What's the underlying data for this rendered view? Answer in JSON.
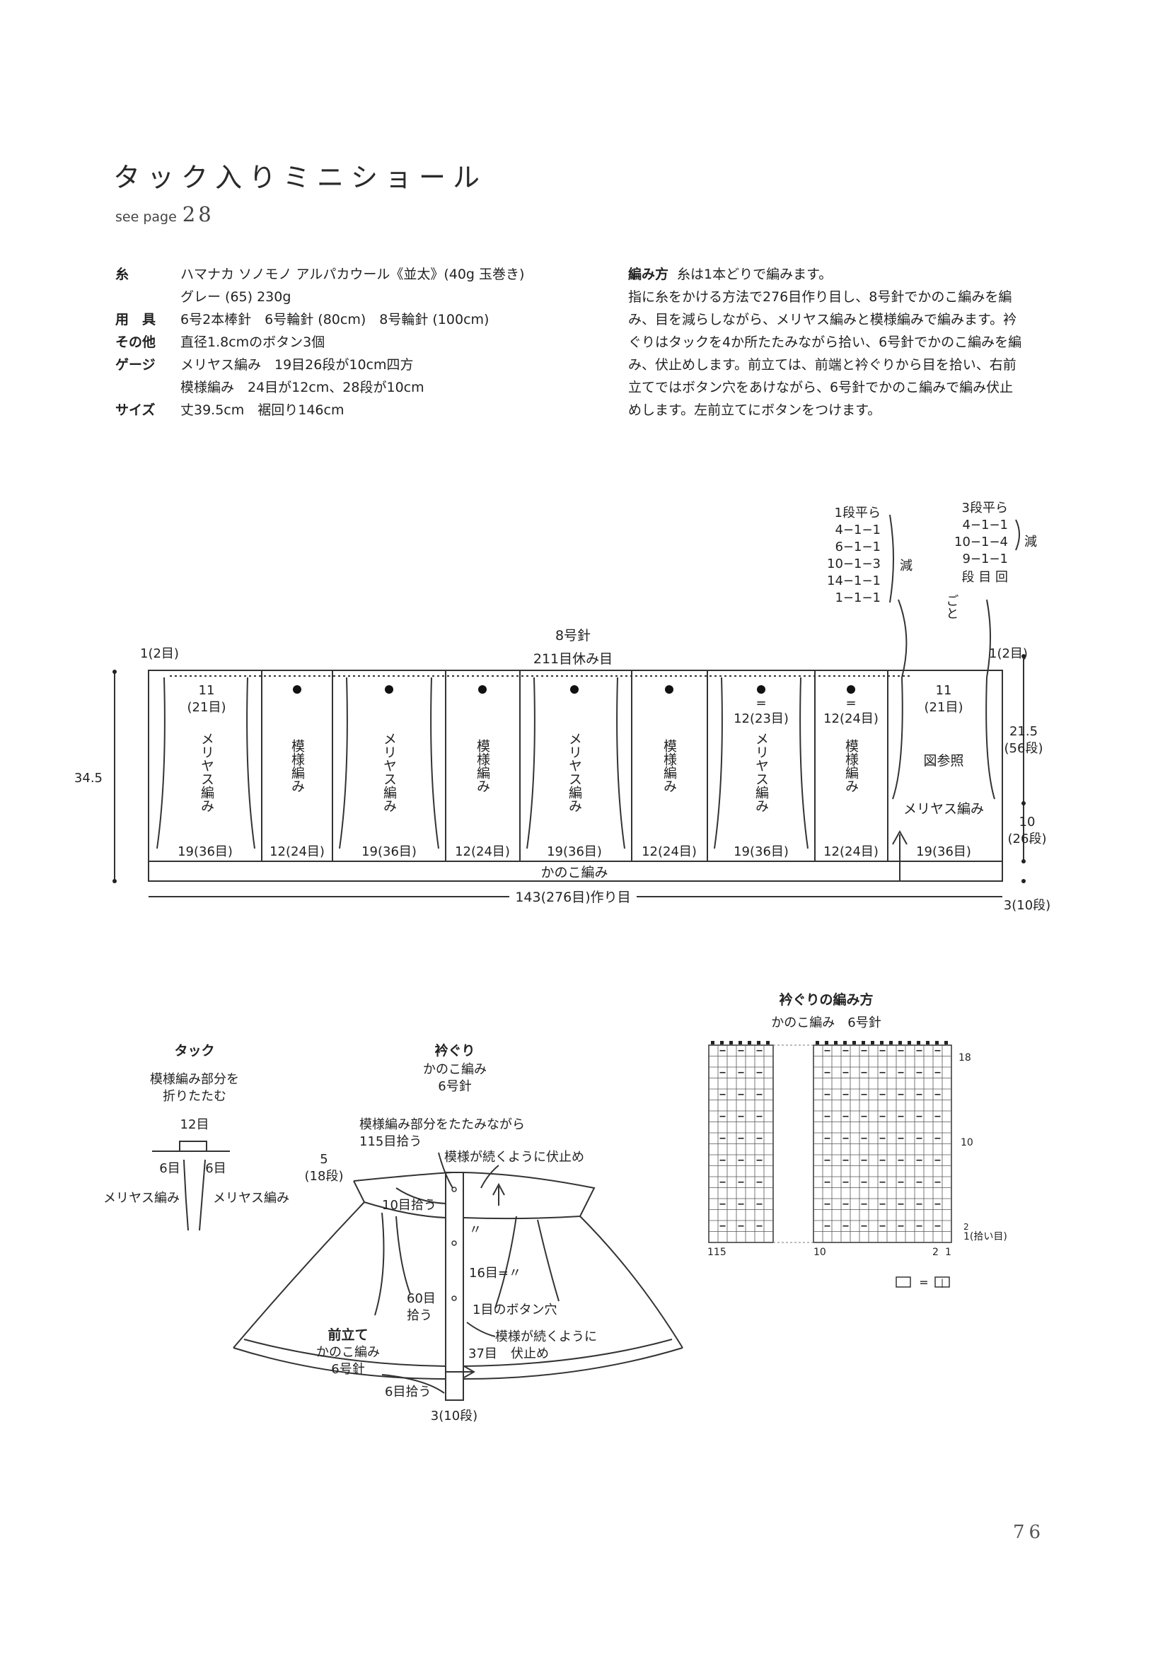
{
  "header": {
    "title": "タック入りミニショール",
    "see_page_label": "see page",
    "see_page_num": "28"
  },
  "materials": [
    {
      "key": "糸",
      "value": "ハマナカ ソノモノ アルパカウール《並太》(40g 玉巻き)"
    },
    {
      "key": "",
      "value": "グレー (65) 230g"
    },
    {
      "key": "用　具",
      "value": "6号2本棒針　6号輪針 (80cm)　8号輪針 (100cm)"
    },
    {
      "key": "その他",
      "value": "直径1.8cmのボタン3個"
    },
    {
      "key": "ゲージ",
      "value": "メリヤス編み　19目26段が10cm四方"
    },
    {
      "key": "",
      "value": "模様編み　24目が12cm、28段が10cm"
    },
    {
      "key": "サイズ",
      "value": "丈39.5cm　裾回り146cm"
    }
  ],
  "method": {
    "key": "編み方",
    "intro": "糸は1本どりで編みます。",
    "body": "指に糸をかける方法で276目作り目し、8号針でかのこ編みを編み、目を減らしながら、メリヤス編みと模様編みで編みます。衿ぐりはタックを4か所たたみながら拾い、6号針でかのこ編みを編み、伏止めします。前立ては、前端と衿ぐりから目を拾い、右前立てではボタン穴をあけながら、6号針でかのこ編みで編み伏止めします。左前立てにボタンをつけます。"
  },
  "main_diagram": {
    "needle": "8号針",
    "rest_stitches": "211目休み目",
    "edge_left": "1(2目)",
    "edge_right": "1(2目)",
    "height_total": "34.5",
    "dim_right_top": "21.5",
    "dim_right_top_rows": "(56段)",
    "dim_right_mid": "10",
    "dim_right_mid_rows": "(26段)",
    "dim_right_bottom": "3(10段)",
    "border_label": "かのこ編み",
    "cast_on": "143(276目)作り目",
    "panels": [
      {
        "label": "メリヤス編み",
        "width": "19(36目)"
      },
      {
        "label": "模様編み",
        "width": "12(24目)"
      },
      {
        "label": "メリヤス編み",
        "width": "19(36目)"
      },
      {
        "label": "模様編み",
        "width": "12(24目)"
      },
      {
        "label": "メリヤス編み",
        "width": "19(36目)"
      },
      {
        "label": "模様編み",
        "width": "12(24目)"
      },
      {
        "label": "メリヤス編み",
        "width": "19(36目)"
      },
      {
        "label": "模様編み",
        "width": "12(24目)"
      },
      {
        "label": "メリヤス編み",
        "width": "19(36目)"
      }
    ],
    "top_first": "11",
    "top_first_st": "(21目)",
    "top_mid_a": "12(23目)",
    "top_mid_b": "12(24目)",
    "top_last": "11",
    "top_last_st": "(21目)",
    "see_fig": "図参照",
    "last_panel_label": "メリヤス編み",
    "eq_mark": "=",
    "dec_left": {
      "header": "1段平ら",
      "rows": [
        "4−1−1",
        "6−1−1",
        "10−1−3",
        "14−1−1",
        "1−1−1"
      ],
      "label": "減"
    },
    "dec_right": {
      "header": "3段平ら",
      "rows": [
        "4−1−1",
        "10−1−4",
        "9−1−1"
      ],
      "footer": "段 目 回",
      "footer2": "ごと",
      "label": "減"
    }
  },
  "tuck": {
    "title": "タック",
    "desc1": "模様編み部分を",
    "desc2": "折りたたむ",
    "top": "12目",
    "left": "6目",
    "right": "6目",
    "bottom_left": "メリヤス編み",
    "bottom_right": "メリヤス編み"
  },
  "collar": {
    "title": "衿ぐり",
    "sub1": "かのこ編み",
    "sub2": "6号針",
    "note1": "模様編み部分をたたみながら",
    "note2": "115目拾う",
    "note3": "模様が続くように伏止め",
    "side": "5",
    "side_rows": "(18段)",
    "pick10": "10目拾う",
    "pick16": "16目=〃",
    "ditto": "〃",
    "pick60": "60目",
    "pick60b": "拾う",
    "buttonhole": "1目のボタン穴",
    "band_title": "前立て",
    "band_sub1": "かのこ編み",
    "band_sub2": "6号針",
    "bind1": "模様が続くように",
    "bind2": "伏止め",
    "pick37": "37目",
    "pick6": "6目拾う",
    "bottom": "3(10段)"
  },
  "chart": {
    "title": "衿ぐりの編み方",
    "sub": "かのこ編み　6号針",
    "rows_label_top": "18",
    "rows_label_mid": "10",
    "rows_label_2": "2",
    "rows_label_1": "1(拾い目)",
    "cols_115": "115",
    "cols_10": "10",
    "cols_2": "2",
    "cols_1": "1",
    "legend_eq": "=",
    "legend_sym": "|"
  },
  "footer": {
    "page": "76"
  }
}
